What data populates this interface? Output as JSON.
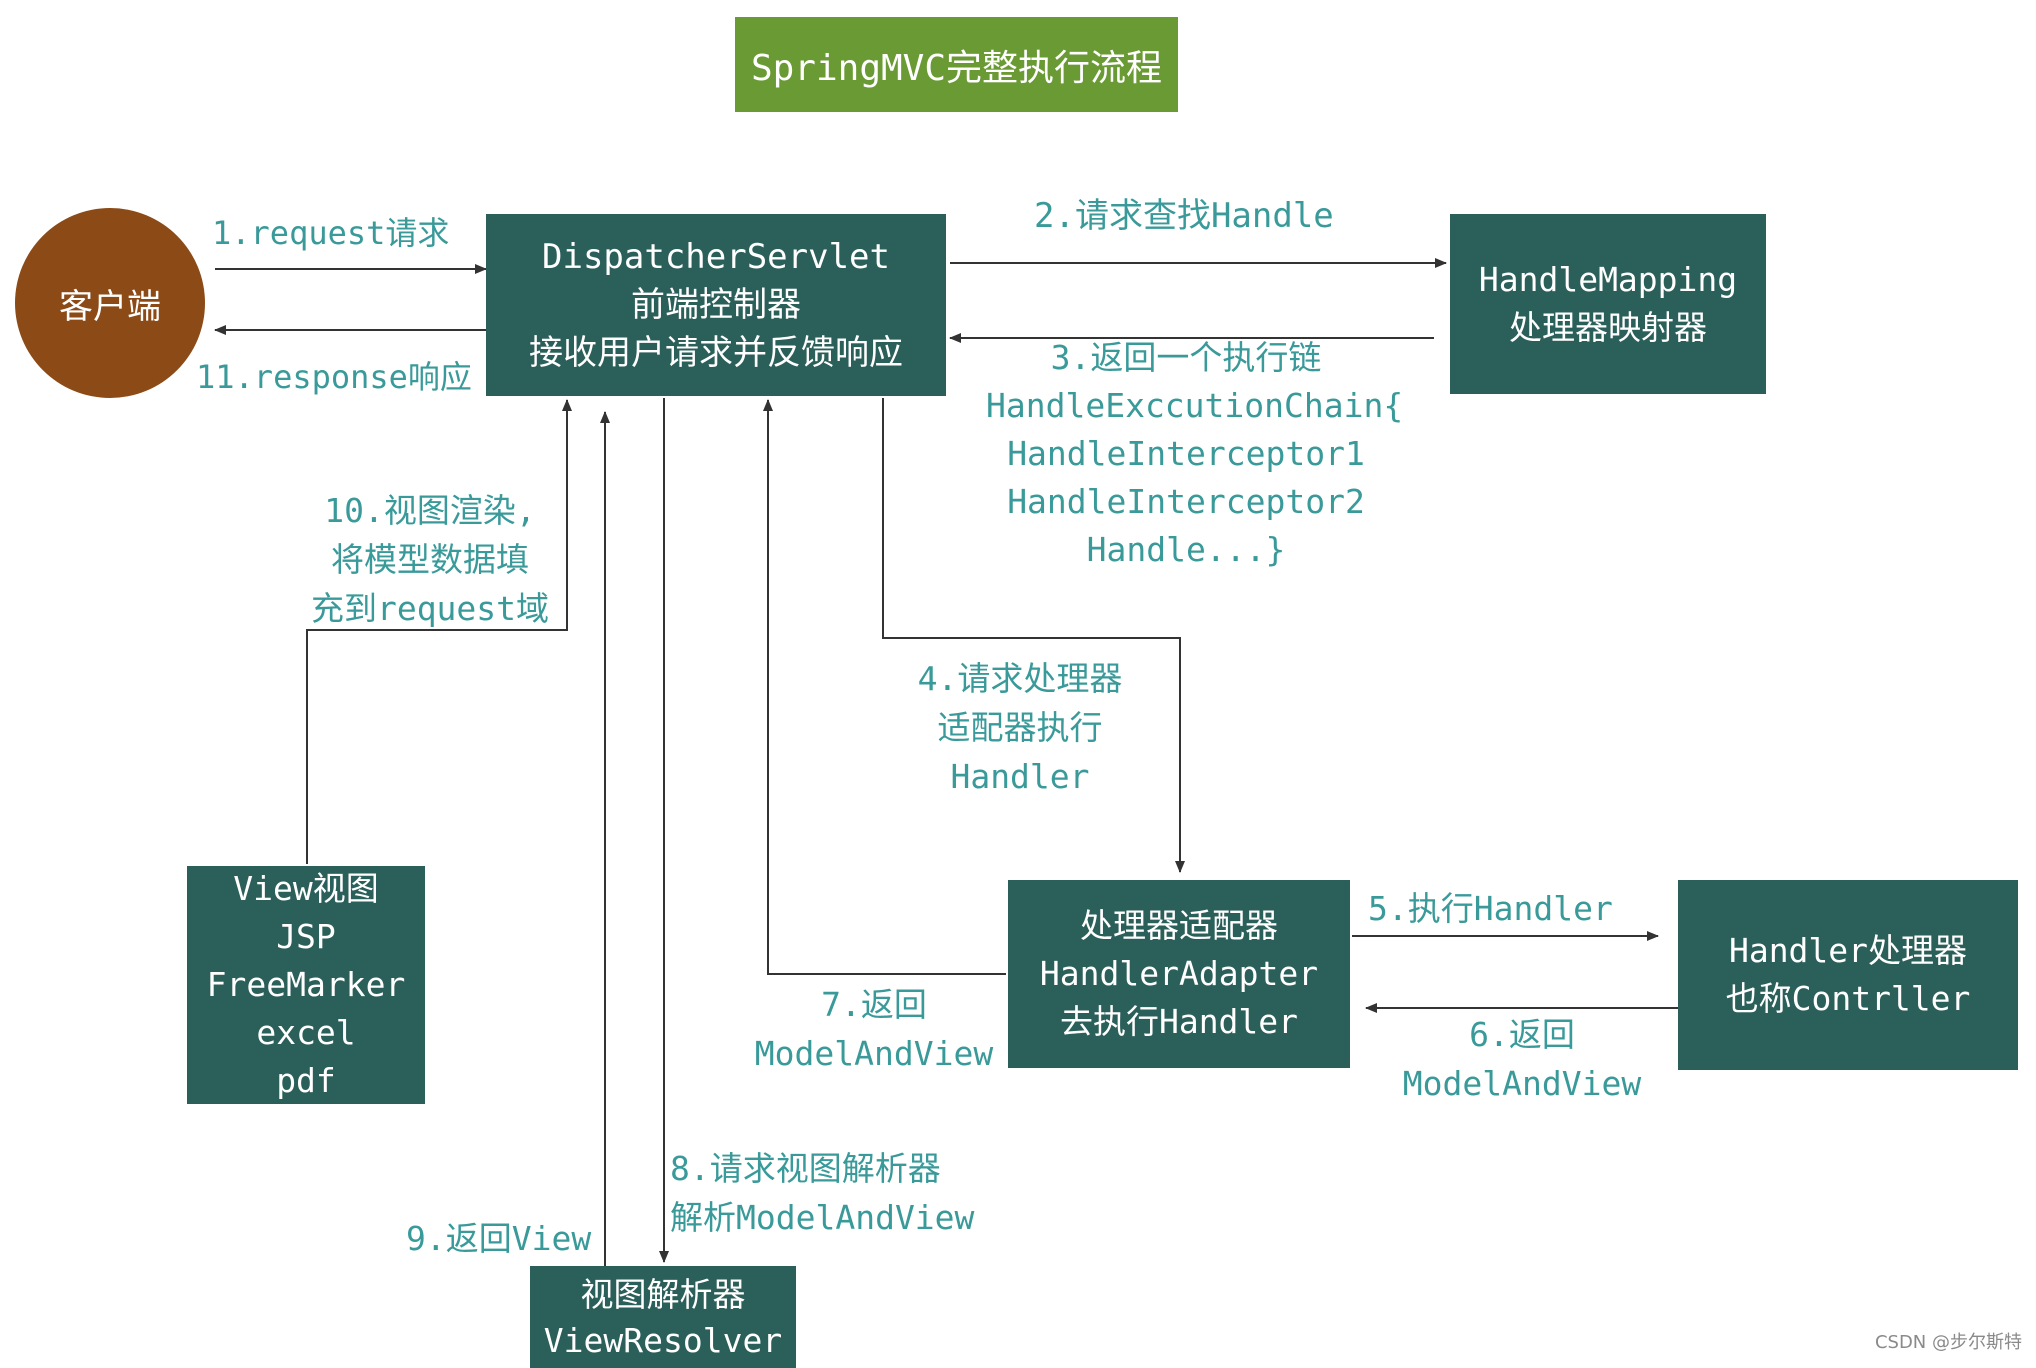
{
  "title": "SpringMVC完整执行流程",
  "client": "客户端",
  "dispatcher": {
    "line1": "DispatcherServlet",
    "line2": "前端控制器",
    "line3": "接收用户请求并反馈响应"
  },
  "handle_mapping": {
    "line1": "HandleMapping",
    "line2": "处理器映射器"
  },
  "handler_adapter": {
    "line1": "处理器适配器",
    "line2": "HandlerAdapter",
    "line3": "去执行Handler"
  },
  "handler": {
    "line1": "Handler处理器",
    "line2": "也称Contrller"
  },
  "view": {
    "line1": "View视图",
    "line2": "JSP",
    "line3": "FreeMarker",
    "line4": "excel",
    "line5": "pdf"
  },
  "view_resolver": {
    "line1": "视图解析器",
    "line2": "ViewResolver"
  },
  "steps": {
    "s1": "1.request请求",
    "s2": "2.请求查找Handle",
    "s3": {
      "line1": "3.返回一个执行链",
      "line2": "HandleExccutionChain{",
      "line3": "HandleInterceptor1",
      "line4": "HandleInterceptor2",
      "line5": "Handle...}"
    },
    "s4": {
      "line1": "4.请求处理器",
      "line2": "适配器执行",
      "line3": "Handler"
    },
    "s5": "5.执行Handler",
    "s6": {
      "line1": "6.返回",
      "line2": "ModelAndView"
    },
    "s7": {
      "line1": "7.返回",
      "line2": "ModelAndView"
    },
    "s8": {
      "line1": "8.请求视图解析器",
      "line2": "解析ModelAndView"
    },
    "s9": "9.返回View",
    "s10": {
      "line1": "10.视图渲染,",
      "line2": "将模型数据填",
      "line3": "充到request域"
    },
    "s11": "11.response响应"
  },
  "watermark": "CSDN @步尔斯特",
  "colors": {
    "box": "#2b5f5a",
    "title": "#6a9a33",
    "client": "#8b4a16",
    "label": "#3a9a9a"
  }
}
